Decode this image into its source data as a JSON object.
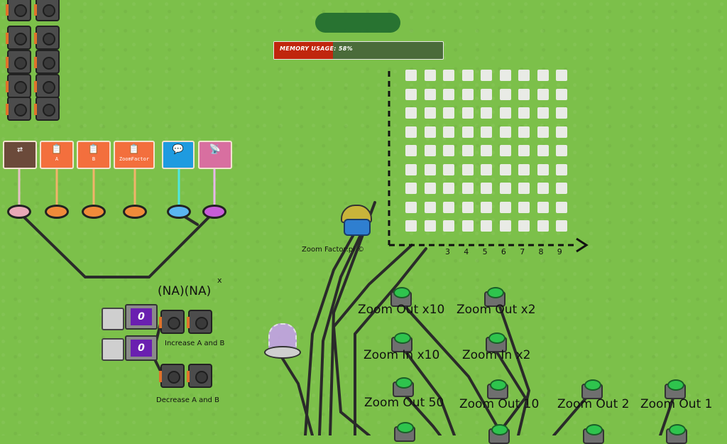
{
  "memory": {
    "label": "MEMORY USAGE: 58%",
    "percent": 58
  },
  "chips": [
    {
      "id": "repeater",
      "text": "",
      "icon": "repeat-icon",
      "glyph": "⇄",
      "color": "#6b4a3a"
    },
    {
      "id": "a",
      "text": "A",
      "icon": "clipboard-icon",
      "glyph": "📋",
      "color": "#f36f3d"
    },
    {
      "id": "b",
      "text": "B",
      "icon": "clipboard-icon",
      "glyph": "📋",
      "color": "#f36f3d"
    },
    {
      "id": "zoomfactor",
      "text": "ZoomFactor",
      "icon": "clipboard-icon",
      "glyph": "📋",
      "color": "#f36f3d"
    },
    {
      "id": "speech",
      "text": "",
      "icon": "speech-bubble-icon",
      "glyph": "💬",
      "color": "#1e9be0"
    },
    {
      "id": "broadcast",
      "text": "",
      "icon": "broadcast-icon",
      "glyph": "📡",
      "color": "#d86fa0"
    }
  ],
  "player": {
    "name": "Zoom Factor:pl ©"
  },
  "axis": {
    "ticks": [
      "3",
      "4",
      "5",
      "6",
      "7",
      "8",
      "9"
    ]
  },
  "formula": {
    "text": "(NA)(NA)",
    "sup": "x"
  },
  "counters": [
    "0",
    "0"
  ],
  "labels": {
    "increase": "Increase A and B",
    "decrease": "Decrease A and B"
  },
  "buttons": [
    {
      "label": "Zoom Out x10"
    },
    {
      "label": "Zoom Out x2"
    },
    {
      "label": "Zoom In x10"
    },
    {
      "label": "Zoom In x2"
    },
    {
      "label": "Zoom Out 50"
    },
    {
      "label": "Zoom Out 10"
    },
    {
      "label": "Zoom Out 2"
    },
    {
      "label": "Zoom Out 1"
    }
  ],
  "colors": {
    "grass": "#7cc04a",
    "memory_fill": "#c0260d",
    "button_green": "#2ec44d",
    "counter_purple": "#6a1fb0"
  }
}
